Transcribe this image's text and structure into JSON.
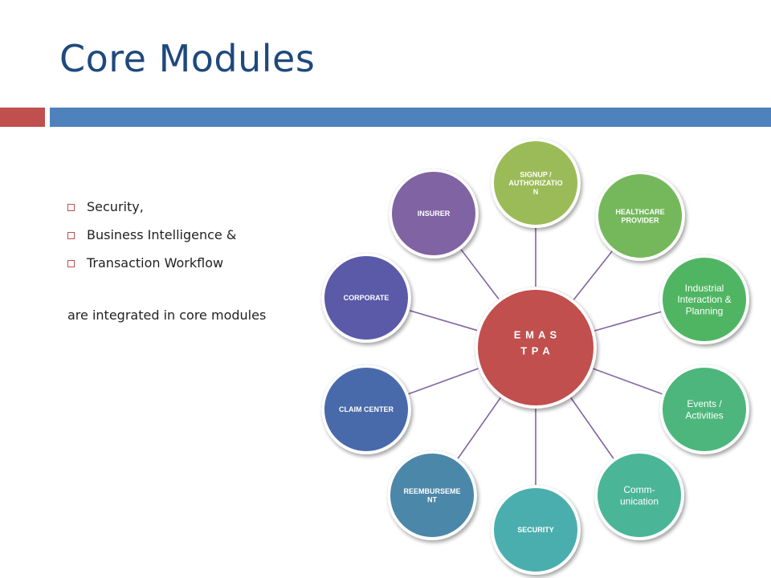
{
  "title": "Core Modules",
  "bullets": [
    "Security,",
    "Business Intelligence &",
    "Transaction Workflow"
  ],
  "paragraph": "are integrated in core modules",
  "diagram": {
    "center": {
      "lines": [
        "E M A S",
        "T P A"
      ],
      "color": "#c0504d"
    },
    "nodes": [
      {
        "lines": [
          "SIGNUP /",
          "AUTHORIZATIO",
          "N"
        ],
        "color": "#9bbb59"
      },
      {
        "lines": [
          "HEALTHCARE",
          "PROVIDER"
        ],
        "color": "#75b85b"
      },
      {
        "lines": [
          "Industrial",
          "Interaction &",
          "Planning"
        ],
        "color": "#4fb562"
      },
      {
        "lines": [
          "Events /",
          "Activities"
        ],
        "color": "#4db67c"
      },
      {
        "lines": [
          "Comm-",
          "unication"
        ],
        "color": "#4cb597"
      },
      {
        "lines": [
          "SECURITY"
        ],
        "color": "#4baeae"
      },
      {
        "lines": [
          "REEMBURSEME",
          "NT"
        ],
        "color": "#4b87a8"
      },
      {
        "lines": [
          "CLAIM CENTER"
        ],
        "color": "#4a6baa"
      },
      {
        "lines": [
          "CORPORATE"
        ],
        "color": "#5a5aa9"
      },
      {
        "lines": [
          "INSURER"
        ],
        "color": "#8064a2"
      }
    ]
  }
}
